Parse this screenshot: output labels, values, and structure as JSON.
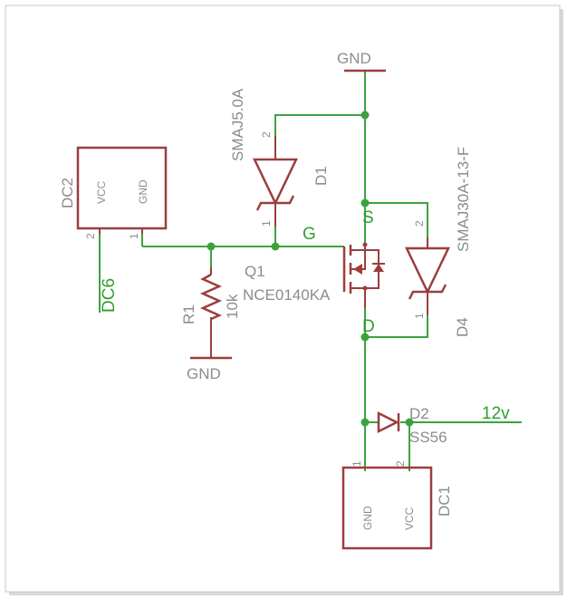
{
  "parts": {
    "dc2": {
      "name": "DC2",
      "pin_vcc": "VCC",
      "pin_gnd": "GND",
      "pin1": "1",
      "pin2": "2"
    },
    "dc1": {
      "name": "DC1",
      "pin_vcc": "VCC",
      "pin_gnd": "GND",
      "pin1": "1",
      "pin2": "2"
    },
    "d1": {
      "name": "D1",
      "value": "SMAJ5.0A",
      "pin1": "1",
      "pin2": "2"
    },
    "d4": {
      "name": "D4",
      "value": "SMAJ30A-13-F",
      "pin1": "1",
      "pin2": "2"
    },
    "d2": {
      "name": "D2",
      "value": "SS56"
    },
    "q1": {
      "name": "Q1",
      "value": "NCE0140KA",
      "gate": "G",
      "source": "S",
      "drain": "D"
    },
    "r1": {
      "name": "R1",
      "value": "10k"
    }
  },
  "nets": {
    "gnd_top": "GND",
    "gnd_bottom": "GND",
    "dc6": "DC6",
    "v12": "12v"
  }
}
